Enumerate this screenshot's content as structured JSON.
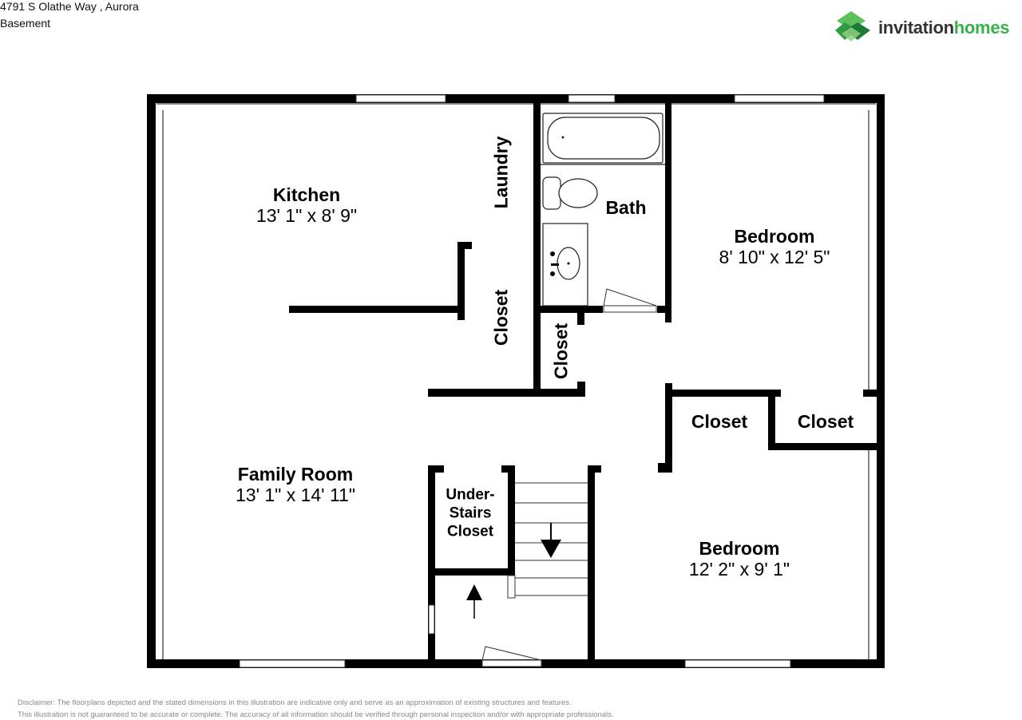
{
  "header": {
    "address": "4791 S Olathe Way , Aurora",
    "level": "Basement"
  },
  "brand": {
    "name_part1": "invitation",
    "name_part2": "homes",
    "colors": {
      "green": "#36b04a",
      "dark_green": "#1f7a3a",
      "text": "#333333"
    }
  },
  "rooms": {
    "kitchen": {
      "name": "Kitchen",
      "dims": "13' 1\" x 8' 9\""
    },
    "laundry": {
      "name": "Laundry"
    },
    "bath": {
      "name": "Bath"
    },
    "bedroom_top": {
      "name": "Bedroom",
      "dims": "8' 10\" x 12' 5\""
    },
    "closet_hall": {
      "name": "Closet"
    },
    "closet_small": {
      "name": "Closet"
    },
    "closet_bed1": {
      "name": "Closet"
    },
    "closet_bed2": {
      "name": "Closet"
    },
    "family_room": {
      "name": "Family Room",
      "dims": "13' 1\" x 14' 11\""
    },
    "under_stairs": {
      "line1": "Under-",
      "line2": "Stairs",
      "line3": "Closet"
    },
    "bedroom_bottom": {
      "name": "Bedroom",
      "dims": "12' 2\" x 9' 1\""
    }
  },
  "disclaimer": {
    "line1": "Disclaimer: The floorplans depicted and the stated dimensions in this illustration are indicative only and serve as an approximation of existing structures and features.",
    "line2": "This illustration is not guaranteed to be accurate or complete. The accuracy of all information should be verified through personal inspection and/or with appropriate professionals."
  }
}
